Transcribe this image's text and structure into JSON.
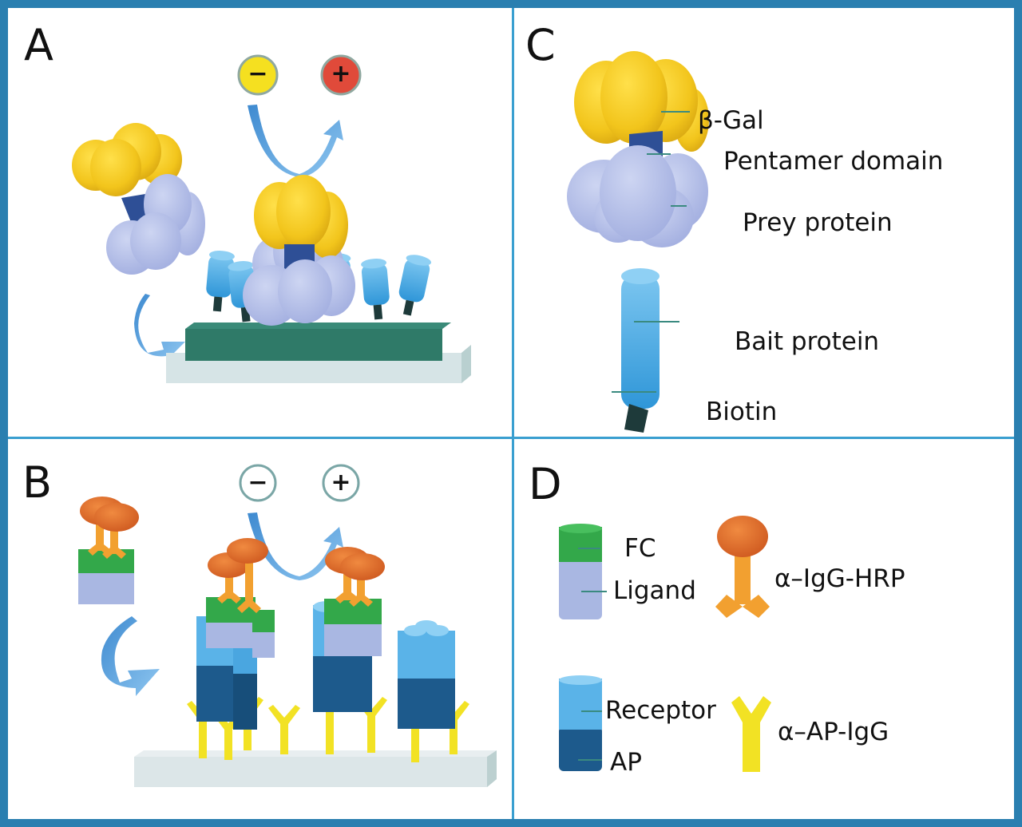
{
  "figure": {
    "colors": {
      "outer_border": "#2a7fb0",
      "dividers": "#3a9fd0",
      "beta_gal": "#f2c51c",
      "pentamer_domain": "#2e4f96",
      "prey_protein": "#b4bfe6",
      "bait_protein": "#4aa8e0",
      "biotin": "#1e3a3a",
      "slide_top": "#2f7a68",
      "slide_base": "#d6e4e6",
      "fc": "#33a84a",
      "ligand": "#a9b7e2",
      "receptor": "#5ab3e8",
      "ap": "#1d5a8c",
      "igg_hrp_head": "#e0682a",
      "igg_hrp_stem": "#f2a030",
      "ap_igg": "#f2e224",
      "arrow": "#4a98d8",
      "minus_a": "#f5e020",
      "plus_a": "#e04a3a"
    }
  },
  "panels": {
    "a": {
      "letter": "A",
      "minus_sign": "−",
      "plus_sign": "+"
    },
    "b": {
      "letter": "B",
      "minus_sign": "−",
      "plus_sign": "+"
    },
    "c": {
      "letter": "C",
      "labels": {
        "beta_gal": "β-Gal",
        "pentamer_domain": "Pentamer domain",
        "prey_protein": "Prey protein",
        "bait_protein": "Bait protein",
        "biotin": "Biotin"
      }
    },
    "d": {
      "letter": "D",
      "labels": {
        "fc": "FC",
        "ligand": "Ligand",
        "igg_hrp": "α–IgG-HRP",
        "receptor": "Receptor",
        "ap": "AP",
        "ap_igg": "α–AP-IgG"
      }
    }
  }
}
